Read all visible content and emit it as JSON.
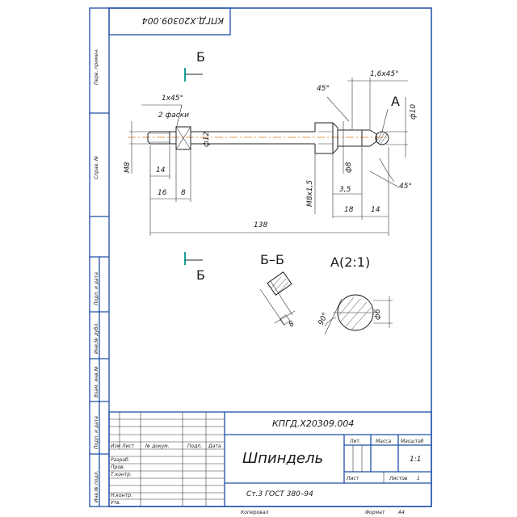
{
  "doc_number_rotated": "КПГД.Х20309.004",
  "side_labels": {
    "perv": "Перв. примен.",
    "sprav": "Справ. №",
    "podp_data_1": "Подп. и дата",
    "inv_dubl": "Инв.№ дубл.",
    "vzam_inv": "Взам. инв.№",
    "podp_data_2": "Подп. и дата",
    "inv_podl": "Инв.№ подл."
  },
  "drawing": {
    "section_mark_top": "Б",
    "section_mark_bottom": "Б",
    "view_a_mark": "А",
    "chamfer_note_1": "1x45°",
    "chamfer_note_2": "2 фаски",
    "angle_45_top": "45°",
    "chamfer_right": "1,6x45°",
    "dia_10": "ф10",
    "dia_12": "ф12",
    "dia_8": "ф8",
    "thread_m8": "М8",
    "thread_m8x15": "М8х1,5",
    "dim_14_left": "14",
    "dim_16": "16",
    "dim_8": "8",
    "dim_35": "3,5",
    "dim_18": "18",
    "dim_14_right": "14",
    "angle_45_bottom": "45°",
    "dim_138": "138",
    "section_title": "Б–Б",
    "detail_title": "А(2:1)",
    "square_8": "8",
    "angle_90": "90°",
    "dia_6": "ф6"
  },
  "title_block": {
    "doc_number": "КПГД.Х20309.004",
    "part_name": "Шпиндель",
    "material": "Ст.3 ГОСТ 380–94",
    "col_izm": "Изм",
    "col_list": "Лист",
    "col_ndoc": "№ докум.",
    "col_podp": "Подп.",
    "col_data": "Дата",
    "row_razrab": "Разраб.",
    "row_prov": "Пров.",
    "row_tkontr": "Т.контр.",
    "row_nkontr": "Н.контр.",
    "row_utv": "Утв.",
    "lit": "Лит.",
    "massa": "Масса",
    "masshtab": "Масштаб",
    "scale_value": "1:1",
    "list_label": "Лист",
    "listov_label": "Листов",
    "listov_value": "1"
  },
  "footer": {
    "kopiroval": "Копировал",
    "format_label": "Формат",
    "format_value": "А4"
  }
}
